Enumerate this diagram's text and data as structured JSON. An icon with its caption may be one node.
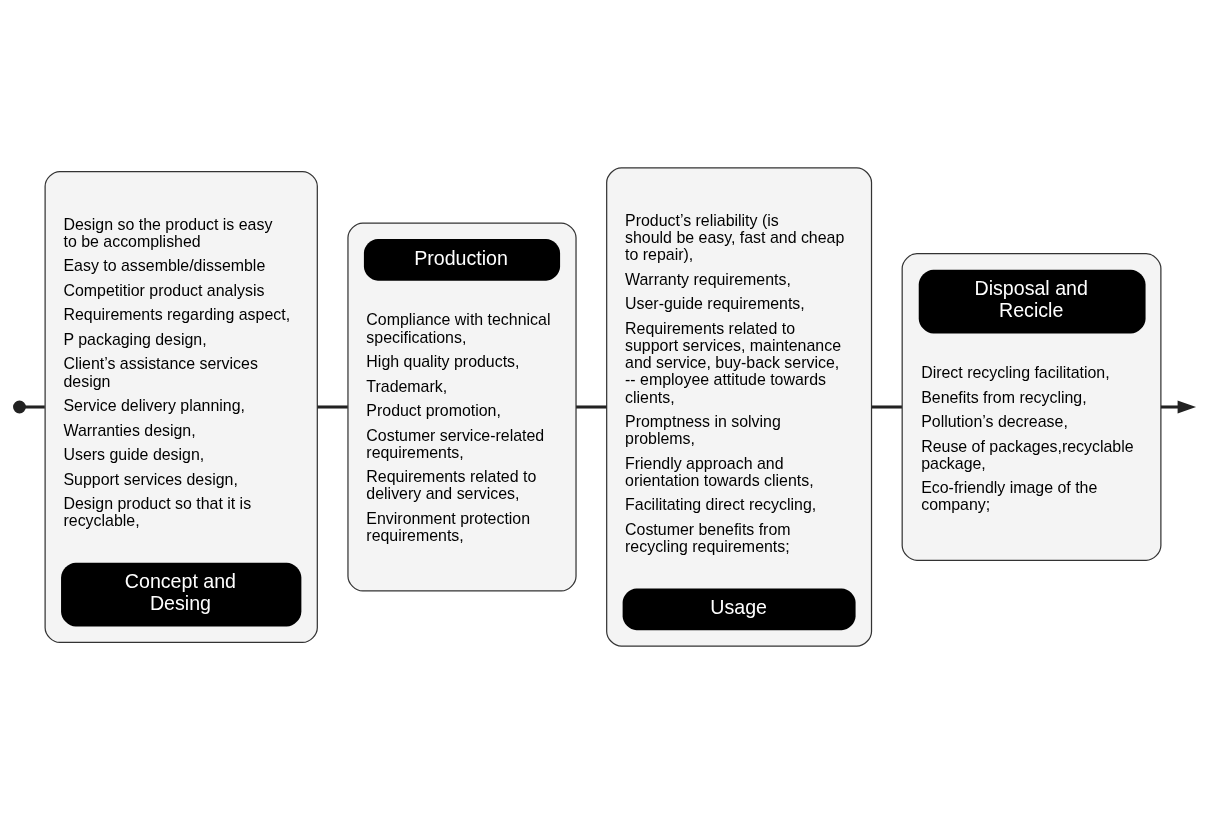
{
  "diagram": {
    "nodes": [
      {
        "text": [
          "Design so the product is easy to be accomplished",
          "Easy to assemble/dissemble",
          "Competitior product analysis",
          "Requirements regarding aspect,",
          "P packaging design,",
          "Client’s assistance services design",
          "Service delivery planning,",
          "Warranties design,",
          "Users guide design,",
          "Support services design,",
          "Design product so that it is recyclable,",
          "Concept and Desing"
        ]
      },
      {
        "text": [
          "Production",
          "Compliance with technical specifications,",
          "High quality products,",
          "Trademark,",
          "Product promotion,",
          "Costumer service-related requirements,",
          "Requirements related to delivery and services,",
          "Environment protection requirements,"
        ]
      },
      {
        "text": [
          "Product’s reliability (is should be easy, fast and cheap to repair),",
          "Warranty requirements,",
          "User-guide requirements,",
          "Requirements related to support services, maintenance and service, buy-back service, -- employee attitude towards clients,",
          "Promptness in solving problems,",
          "Friendly approach and orientation towards clients,",
          "Facilitating direct recycling,",
          "Costumer benefits from recycling requirements;",
          "Usage"
        ]
      },
      {
        "text": [
          "Disposal and Recicle",
          "Direct recycling facilitation,",
          "Benefits from recycling,",
          "Pollution’s decrease,",
          "Reuse of packages,recyclable package,",
          "Eco-friendly image of the company;"
        ]
      }
    ],
    "edges": [
      {
        "from": null,
        "to": 0,
        "arrow": "other"
      },
      {
        "from": 0,
        "to": 1,
        "arrow": "none"
      },
      {
        "from": 1,
        "to": 2,
        "arrow": "none"
      },
      {
        "from": 2,
        "to": 3,
        "arrow": "none"
      },
      {
        "from": 3,
        "to": null,
        "arrow": "to"
      }
    ]
  }
}
